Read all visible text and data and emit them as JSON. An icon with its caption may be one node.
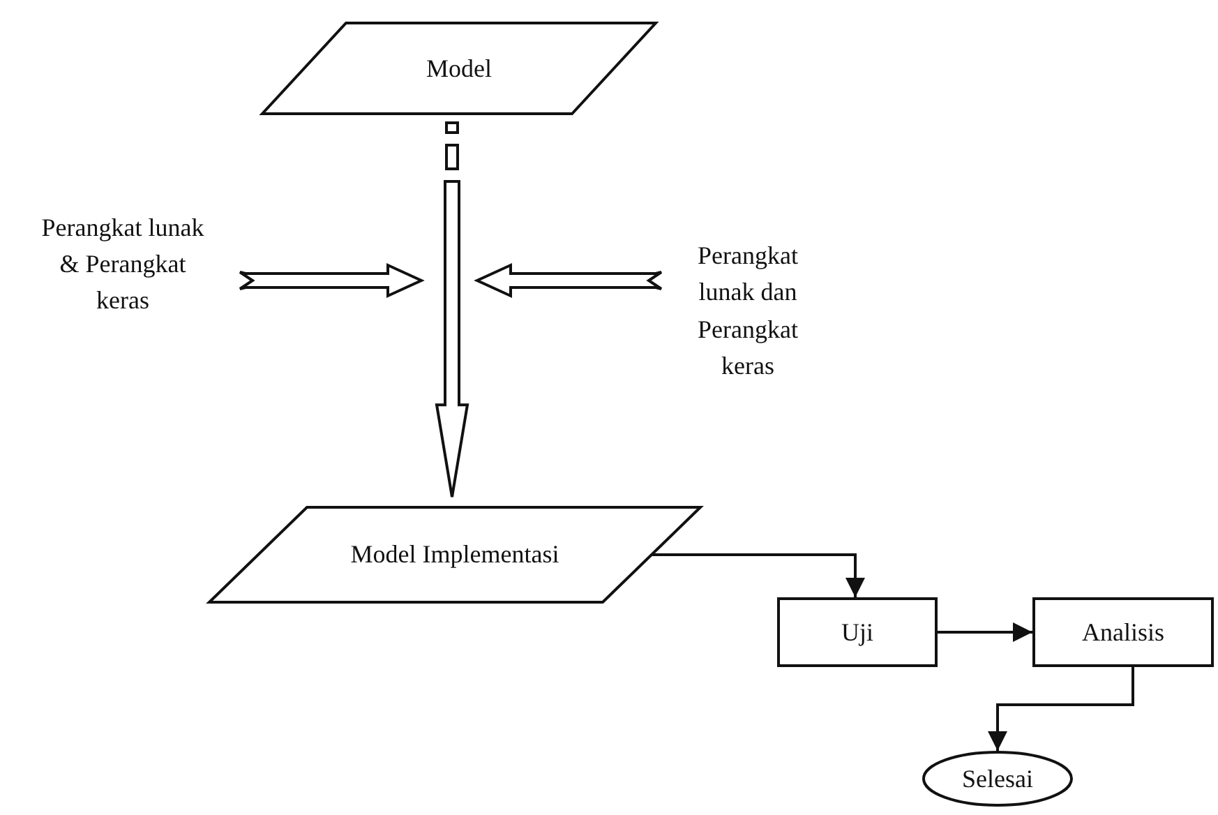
{
  "diagram": {
    "nodes": [
      {
        "text": [
          "Model"
        ]
      },
      {
        "text": [
          "Perangkat lunak & Perangkat keras"
        ]
      },
      {
        "text": [
          "Perangkat lunak dan Perangkat keras"
        ]
      },
      {
        "text": [
          "Model Implementasi"
        ]
      },
      {
        "text": [
          "Uji"
        ]
      },
      {
        "text": [
          "Analisis"
        ]
      },
      {
        "text": [
          "Selesai"
        ]
      }
    ],
    "edges": [
      {
        "from": 0,
        "to": 3,
        "arrow": "to",
        "style": "thick"
      },
      {
        "from": 1,
        "to": null,
        "arrow": "to",
        "style": "thick"
      },
      {
        "from": 2,
        "to": null,
        "arrow": "to",
        "style": "thick"
      },
      {
        "from": 3,
        "to": 4,
        "arrow": "to"
      },
      {
        "from": 4,
        "to": 5,
        "arrow": "to"
      },
      {
        "from": 5,
        "to": 6,
        "arrow": "to"
      }
    ]
  }
}
